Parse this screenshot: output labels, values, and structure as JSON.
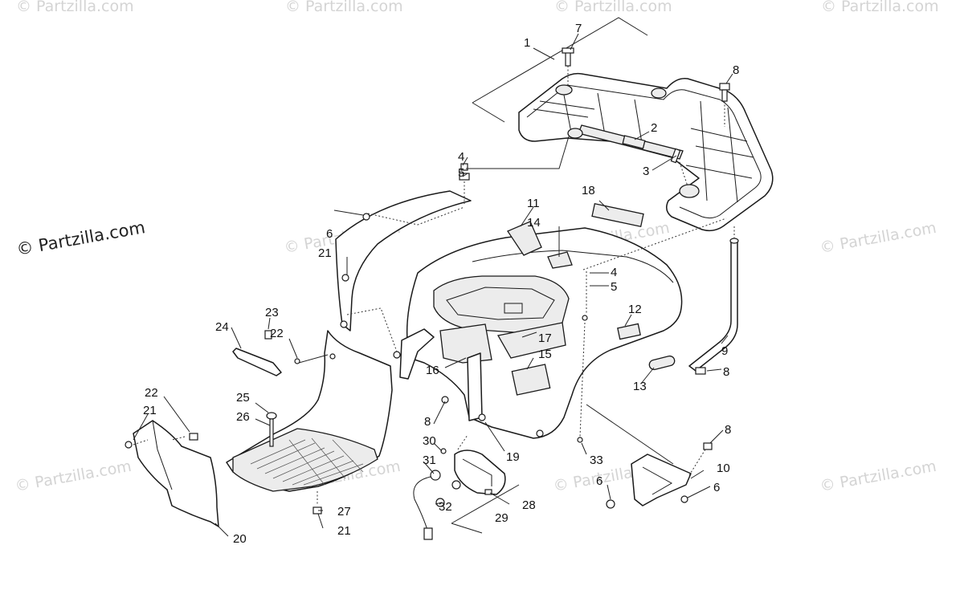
{
  "watermark": {
    "main": "© Partzilla.com",
    "faint": "© Partzilla.com"
  },
  "callouts": {
    "c1": "1",
    "c7": "7",
    "c8a": "8",
    "c2": "2",
    "c3": "3",
    "c4a": "4",
    "c5a": "5",
    "c18": "18",
    "c11": "11",
    "c14": "14",
    "c6a": "6",
    "c21a": "21",
    "c4b": "4",
    "c5b": "5",
    "c12": "12",
    "c23": "23",
    "c24": "24",
    "c22a": "22",
    "c17": "17",
    "c16": "16",
    "c15": "15",
    "c9": "9",
    "c8b": "8",
    "c13": "13",
    "c22b": "22",
    "c21b": "21",
    "c25": "25",
    "c26": "26",
    "c8c": "8",
    "c30": "30",
    "c31": "31",
    "c19": "19",
    "c33": "33",
    "c8d": "8",
    "c10": "10",
    "c6b": "6",
    "c6c": "6",
    "c32": "32",
    "c28": "28",
    "c29": "29",
    "c27": "27",
    "c21c": "21",
    "c20": "20"
  },
  "colors": {
    "line": "#1a1a1a",
    "watermark": "#d4d4d4",
    "paper": "#ffffff"
  }
}
